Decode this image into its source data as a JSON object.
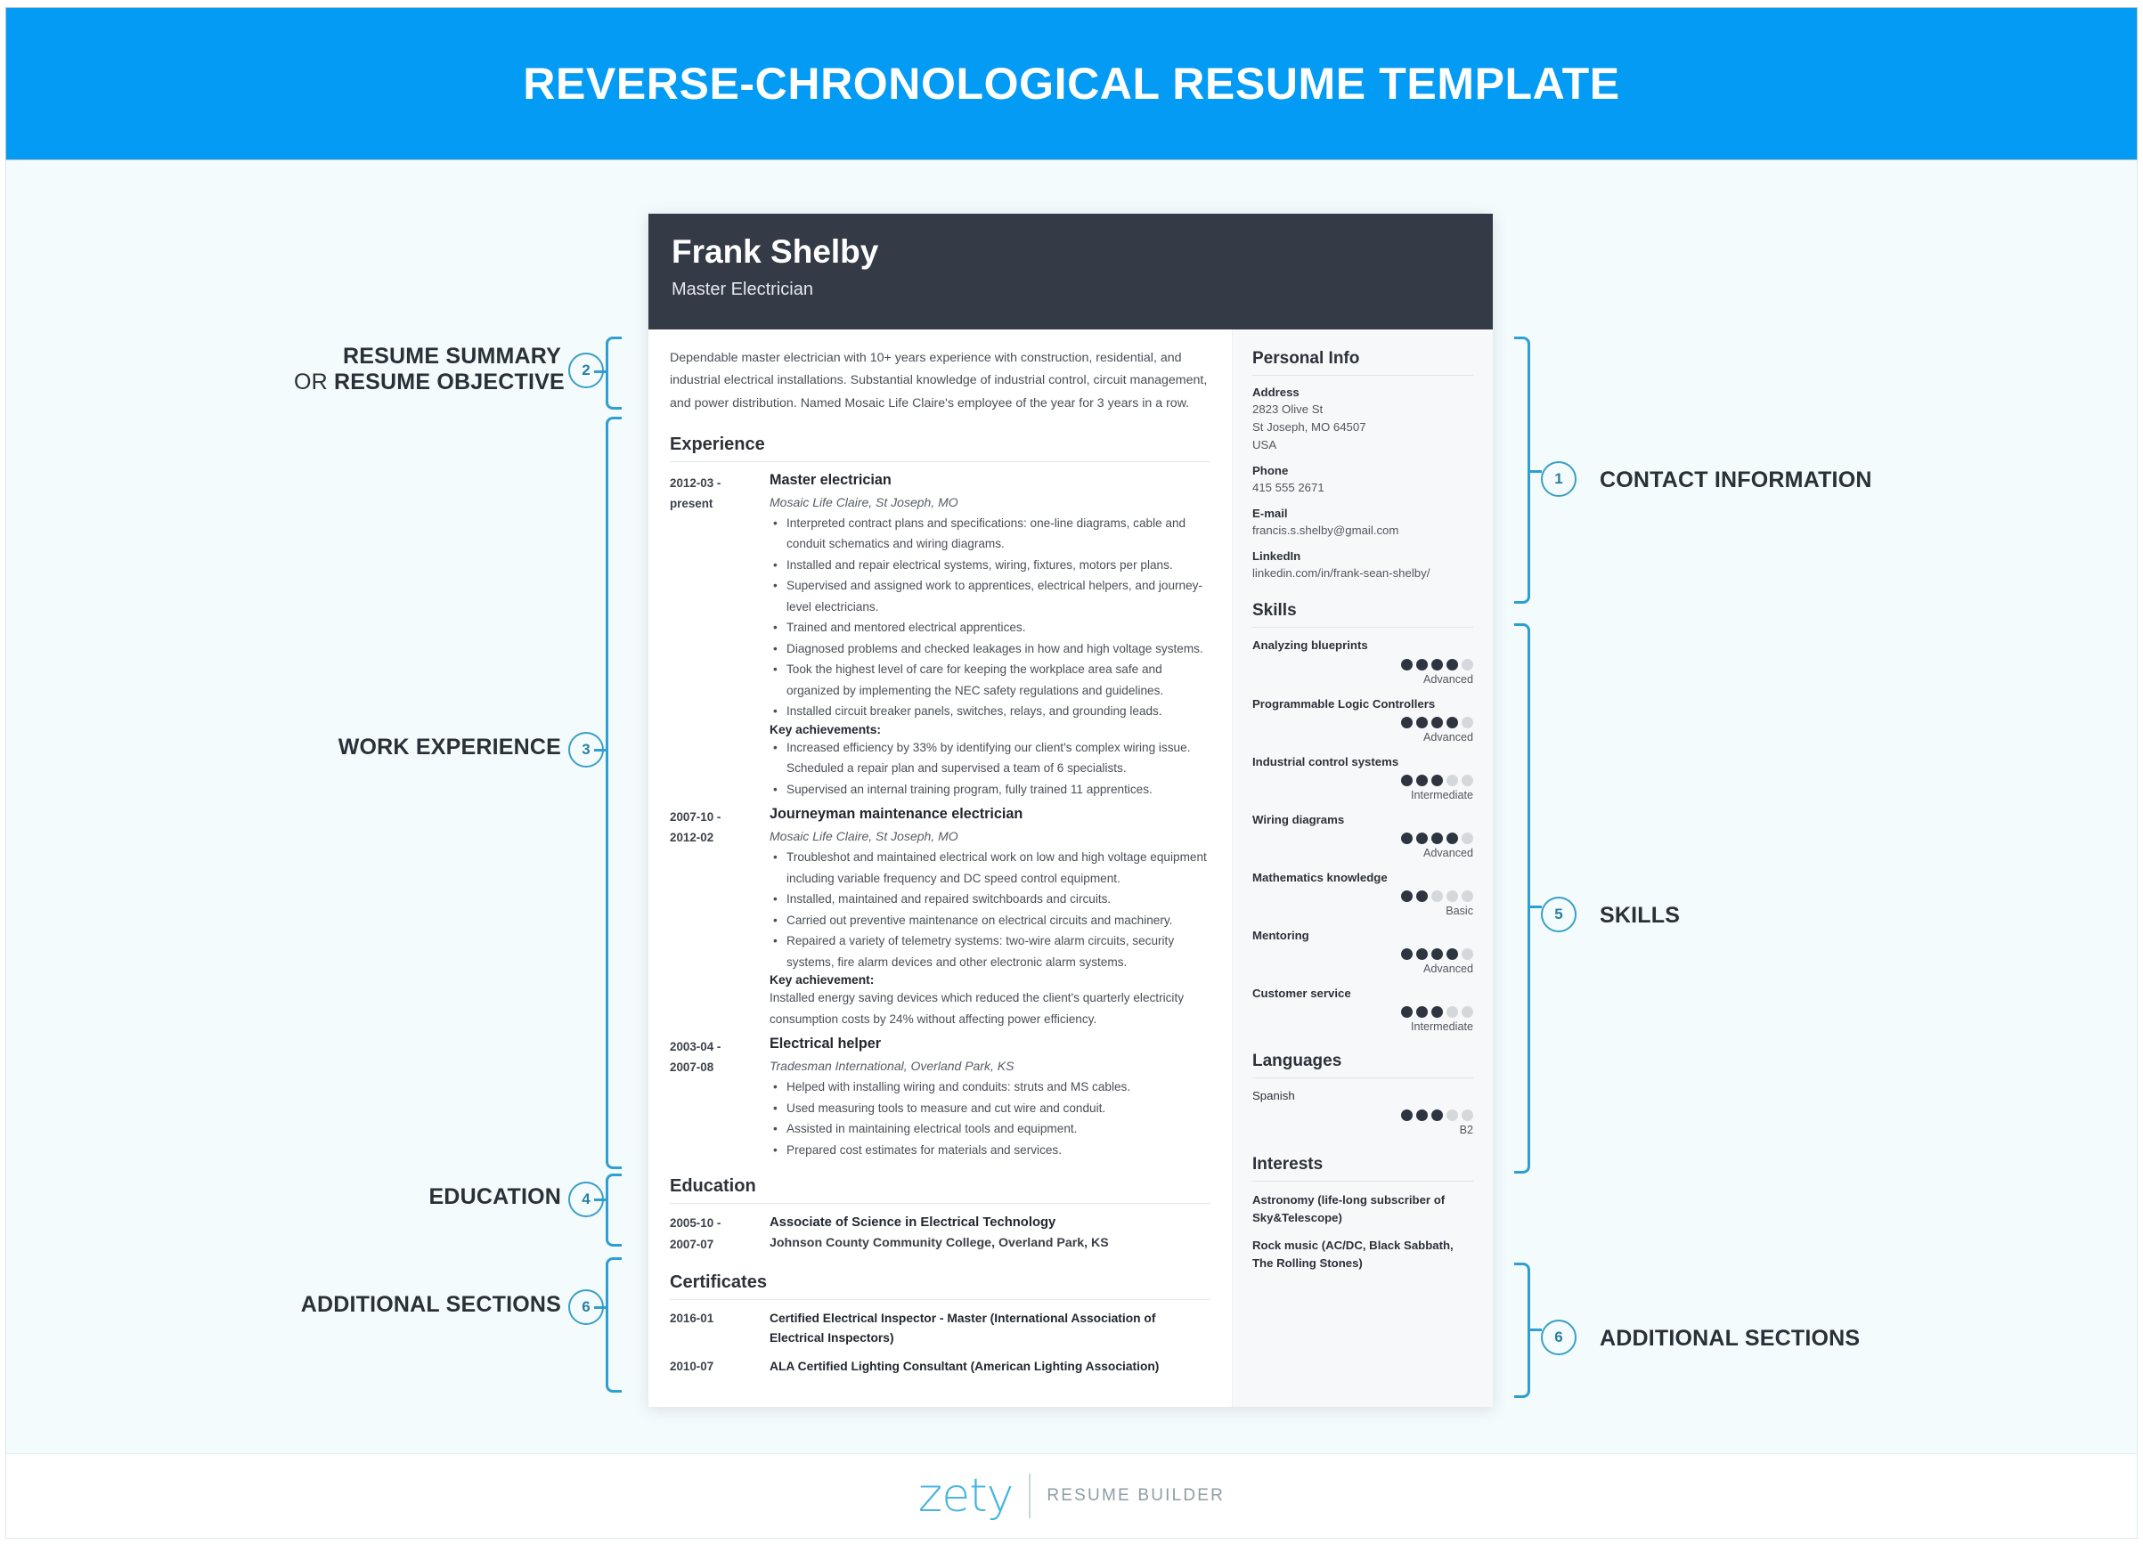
{
  "banner": {
    "title": "REVERSE-CHRONOLOGICAL RESUME TEMPLATE"
  },
  "footer": {
    "brand": "zety",
    "tagline": "RESUME BUILDER"
  },
  "resume": {
    "name": "Frank Shelby",
    "job_title": "Master Electrician",
    "summary": "Dependable master electrician with 10+ years experience with construction, residential, and industrial electrical installations. Substantial knowledge of industrial control, circuit management, and power distribution. Named Mosaic Life Claire's employee of the year for 3 years in a row.",
    "experience_heading": "Experience",
    "education_heading": "Education",
    "certificates_heading": "Certificates",
    "jobs": [
      {
        "dates": "2012-03 - present",
        "title": "Master electrician",
        "company": "Mosaic Life Claire, St Joseph, MO",
        "bullets": [
          "Interpreted contract plans and specifications: one-line diagrams, cable and conduit schematics and wiring diagrams.",
          "Installed and repair electrical systems, wiring, fixtures, motors per plans.",
          "Supervised and assigned work to apprentices, electrical helpers, and journey-level electricians.",
          "Trained and mentored electrical apprentices.",
          "Diagnosed problems and checked leakages in how and high voltage systems.",
          "Took the highest level of care for keeping the workplace area safe and organized by implementing the NEC safety regulations and guidelines.",
          "Installed circuit breaker panels, switches, relays, and grounding leads."
        ],
        "key_label": "Key achievements:",
        "key_bullets": [
          "Increased efficiency by 33% by identifying our client's complex wiring issue. Scheduled a repair plan and supervised a team of 6 specialists.",
          "Supervised an internal training program, fully trained 11 apprentices."
        ],
        "key_text": ""
      },
      {
        "dates": "2007-10 - 2012-02",
        "title": "Journeyman maintenance electrician",
        "company": "Mosaic Life Claire, St Joseph, MO",
        "bullets": [
          "Troubleshot and maintained electrical work on low and high voltage equipment including variable frequency and DC speed control equipment.",
          "Installed, maintained and repaired switchboards and circuits.",
          "Carried out preventive maintenance on electrical circuits and machinery.",
          "Repaired a variety of telemetry systems: two-wire alarm circuits, security systems, fire alarm devices and other electronic alarm systems."
        ],
        "key_label": "Key achievement:",
        "key_bullets": [],
        "key_text": "Installed energy saving devices which reduced the client's quarterly electricity consumption costs by 24% without affecting power efficiency."
      },
      {
        "dates": "2003-04 - 2007-08",
        "title": "Electrical helper",
        "company": "Tradesman International, Overland Park, KS",
        "bullets": [
          "Helped with installing wiring and conduits: struts and MS cables.",
          "Used measuring tools to measure and cut wire and conduit.",
          "Assisted in maintaining electrical tools and equipment.",
          "Prepared cost estimates for materials and services."
        ],
        "key_label": "",
        "key_bullets": [],
        "key_text": ""
      }
    ],
    "education": [
      {
        "dates": "2005-10 - 2007-07",
        "degree": "Associate of Science in Electrical Technology",
        "school": "Johnson County Community College, Overland Park, KS"
      }
    ],
    "certificates": [
      {
        "date": "2016-01",
        "text": "Certified Electrical Inspector - Master (International Association of Electrical Inspectors)"
      },
      {
        "date": "2010-07",
        "text": "ALA Certified Lighting Consultant (American Lighting Association)"
      }
    ],
    "sidebar": {
      "personal_info_heading": "Personal Info",
      "address_label": "Address",
      "address_lines": "2823 Olive St\nSt Joseph, MO 64507\nUSA",
      "phone_label": "Phone",
      "phone_value": "415 555 2671",
      "email_label": "E-mail",
      "email_value": "francis.s.shelby@gmail.com",
      "linkedin_label": "LinkedIn",
      "linkedin_value": "linkedin.com/in/frank-sean-shelby/",
      "skills_heading": "Skills",
      "skills": [
        {
          "name": "Analyzing blueprints",
          "filled": 4,
          "total": 5,
          "level": "Advanced"
        },
        {
          "name": "Programmable Logic Controllers",
          "filled": 4,
          "total": 5,
          "level": "Advanced"
        },
        {
          "name": "Industrial control systems",
          "filled": 3,
          "total": 5,
          "level": "Intermediate"
        },
        {
          "name": "Wiring diagrams",
          "filled": 4,
          "total": 5,
          "level": "Advanced"
        },
        {
          "name": "Mathematics knowledge",
          "filled": 2,
          "total": 5,
          "level": "Basic"
        },
        {
          "name": "Mentoring",
          "filled": 4,
          "total": 5,
          "level": "Advanced"
        },
        {
          "name": "Customer service",
          "filled": 3,
          "total": 5,
          "level": "Intermediate"
        }
      ],
      "languages_heading": "Languages",
      "languages": [
        {
          "name": "Spanish",
          "filled": 3,
          "total": 5,
          "level": "B2"
        }
      ],
      "interests_heading": "Interests",
      "interests": [
        "Astronomy (life-long subscriber of Sky&Telescope)",
        "Rock music (AC/DC, Black Sabbath, The Rolling Stones)"
      ]
    }
  },
  "annotations": {
    "left": [
      {
        "number": "2",
        "line1": "RESUME SUMMARY",
        "line2_light": "OR ",
        "line2_bold": "RESUME OBJECTIVE"
      },
      {
        "number": "3",
        "line1": "WORK EXPERIENCE"
      },
      {
        "number": "4",
        "line1": "EDUCATION"
      },
      {
        "number": "6",
        "line1": "ADDITIONAL SECTIONS"
      }
    ],
    "right": [
      {
        "number": "1",
        "label": "CONTACT INFORMATION"
      },
      {
        "number": "5",
        "label": "SKILLS"
      },
      {
        "number": "6",
        "label": "ADDITIONAL SECTIONS"
      }
    ]
  },
  "colors": {
    "banner_blue": "#039BF4",
    "accent_blue": "#2f9ed0",
    "resume_header_dark": "#343a46",
    "dot_on": "#2e3440",
    "dot_off": "#d5d8db"
  }
}
